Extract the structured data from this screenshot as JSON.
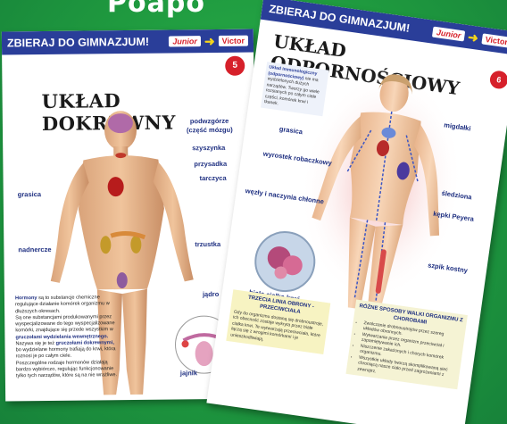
{
  "title_strip": "Poapo",
  "poster1": {
    "header": "ZBIERAJ DO GIMNAZJUM!",
    "brand_junior": "Junior",
    "brand_victor": "Victor",
    "badge": "5",
    "title": "UKŁAD DOKREWNY",
    "labels": {
      "podwzgorze": "podwzgórze",
      "podwzgorze_sub": "(część mózgu)",
      "szyszynka": "szyszynka",
      "przysadka": "przysadka",
      "tarczyca": "tarczyca",
      "grasica": "grasica",
      "nadnercze": "nadnercze",
      "trzustka": "trzustka",
      "jadro": "jądro",
      "jajnik": "jajnik"
    },
    "text_hormony_bold": "Hormony",
    "text_hormony": "są to substancje chemiczne regulujące działanie komórek organizmu w dłuższych okresach.",
    "text_2": "Są one substancjami produkowanymi przez wyspecjalizowane do tego wyspecjalizowane komórki, znajdujące się przede wszystkim w",
    "text_bold2": "gruczołami wydzielania wewnętrznego.",
    "text_3": "Nazywa się je też",
    "text_bold3": "gruczołami dokrewnymi,",
    "text_4": "bo wydzielane hormony trafiają do krwi, która roznosi je po całym ciele.",
    "text_5": "Poszczególne rodzaje hormonów działają bardzo wybiórczo, regulując funkcjonowanie tylko tych narządów, które są na nie wrażliwe."
  },
  "poster2": {
    "header": "ZBIERAJ DO GIMNAZJUM!",
    "brand_junior": "Junior",
    "brand_victor": "Victor",
    "badge": "6",
    "title": "UKŁAD ODPORNOŚCIOWY",
    "intro_bold": "Układ immunologiczny (odpornościowy)",
    "intro": "nie ma wydzielonych dużych narządów. Tworzy go wiele rozsianych po całym ciele części, komórek krwi i tkanek.",
    "labels": {
      "migdalki": "migdałki",
      "grasica": "grasica",
      "wyrostek": "wyrostek robaczkowy",
      "sledziona": "śledziona",
      "kepki": "kępki Peyera",
      "wezly": "węzły i naczynia chłonne",
      "szpik": "szpik kostny",
      "biale": "białe ciałka krwi"
    },
    "trzecia_heading": "TRZECIA LINIA OBRONY - PRZECIWCIAŁA",
    "trzecia_text": "Gdy do organizmu dostaną się drobnoustroje, ich obecność zostaje wykryta przez białe ciałka krwi. Te wytwarzają przeciwciała, które łączą się z wrogimi komórkami i je unieszkodliwiają.",
    "rozne_heading": "RÓŻNE SPOSOBY WALKI ORGANIZMU Z CHOROBAMI",
    "rozne_items": [
      "Zwalczanie drobnoustrojów przez szereg układów obronnych.",
      "Wytwarzanie przez organizm przeciwciał i zapamiętywanie ich.",
      "Niszczenie zakażonych i chorych komórek organizmu.",
      "Wszystkie układy tworzą skomplikowaną sieć chroniącą nasze ciało przed zagrożeniami z zewnątrz."
    ]
  },
  "colors": {
    "background": "#1f9a3f",
    "header_blue": "#2a3e99",
    "label_blue": "#1d2e80",
    "badge_red": "#d6202a"
  }
}
